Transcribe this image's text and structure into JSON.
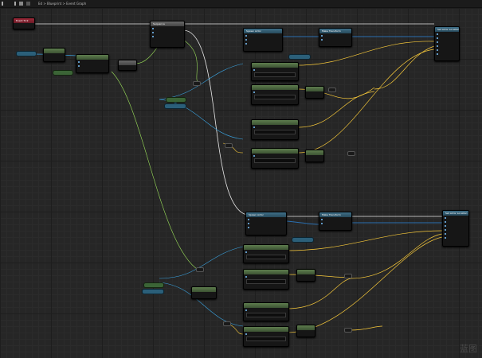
{
  "toolbar": {
    "breadcrumb": "Ed > Blueprint > Event Graph",
    "icons": [
      "back-icon",
      "forward-icon",
      "home-icon",
      "function-icon",
      "zoom-icon"
    ]
  },
  "nodes": {
    "event": {
      "title": "Event Tick"
    },
    "sequence": {
      "title": "Sequence"
    },
    "spawn_top": {
      "title": "Spawn Actor"
    },
    "make_top": {
      "title": "Make Transform"
    },
    "final_top": {
      "title": "Set Actor Location"
    },
    "spawn_bottom": {
      "title": "Spawn Actor"
    },
    "make_bottom": {
      "title": "Make Transform"
    },
    "final_bottom": {
      "title": "Set Actor Location"
    }
  },
  "watermark": "蓝图",
  "colors": {
    "exec": "#e9e9e9",
    "vector": "#f6c83a",
    "object": "#3aa3e0",
    "float": "#9be05a",
    "struct": "#2a6fb0"
  }
}
